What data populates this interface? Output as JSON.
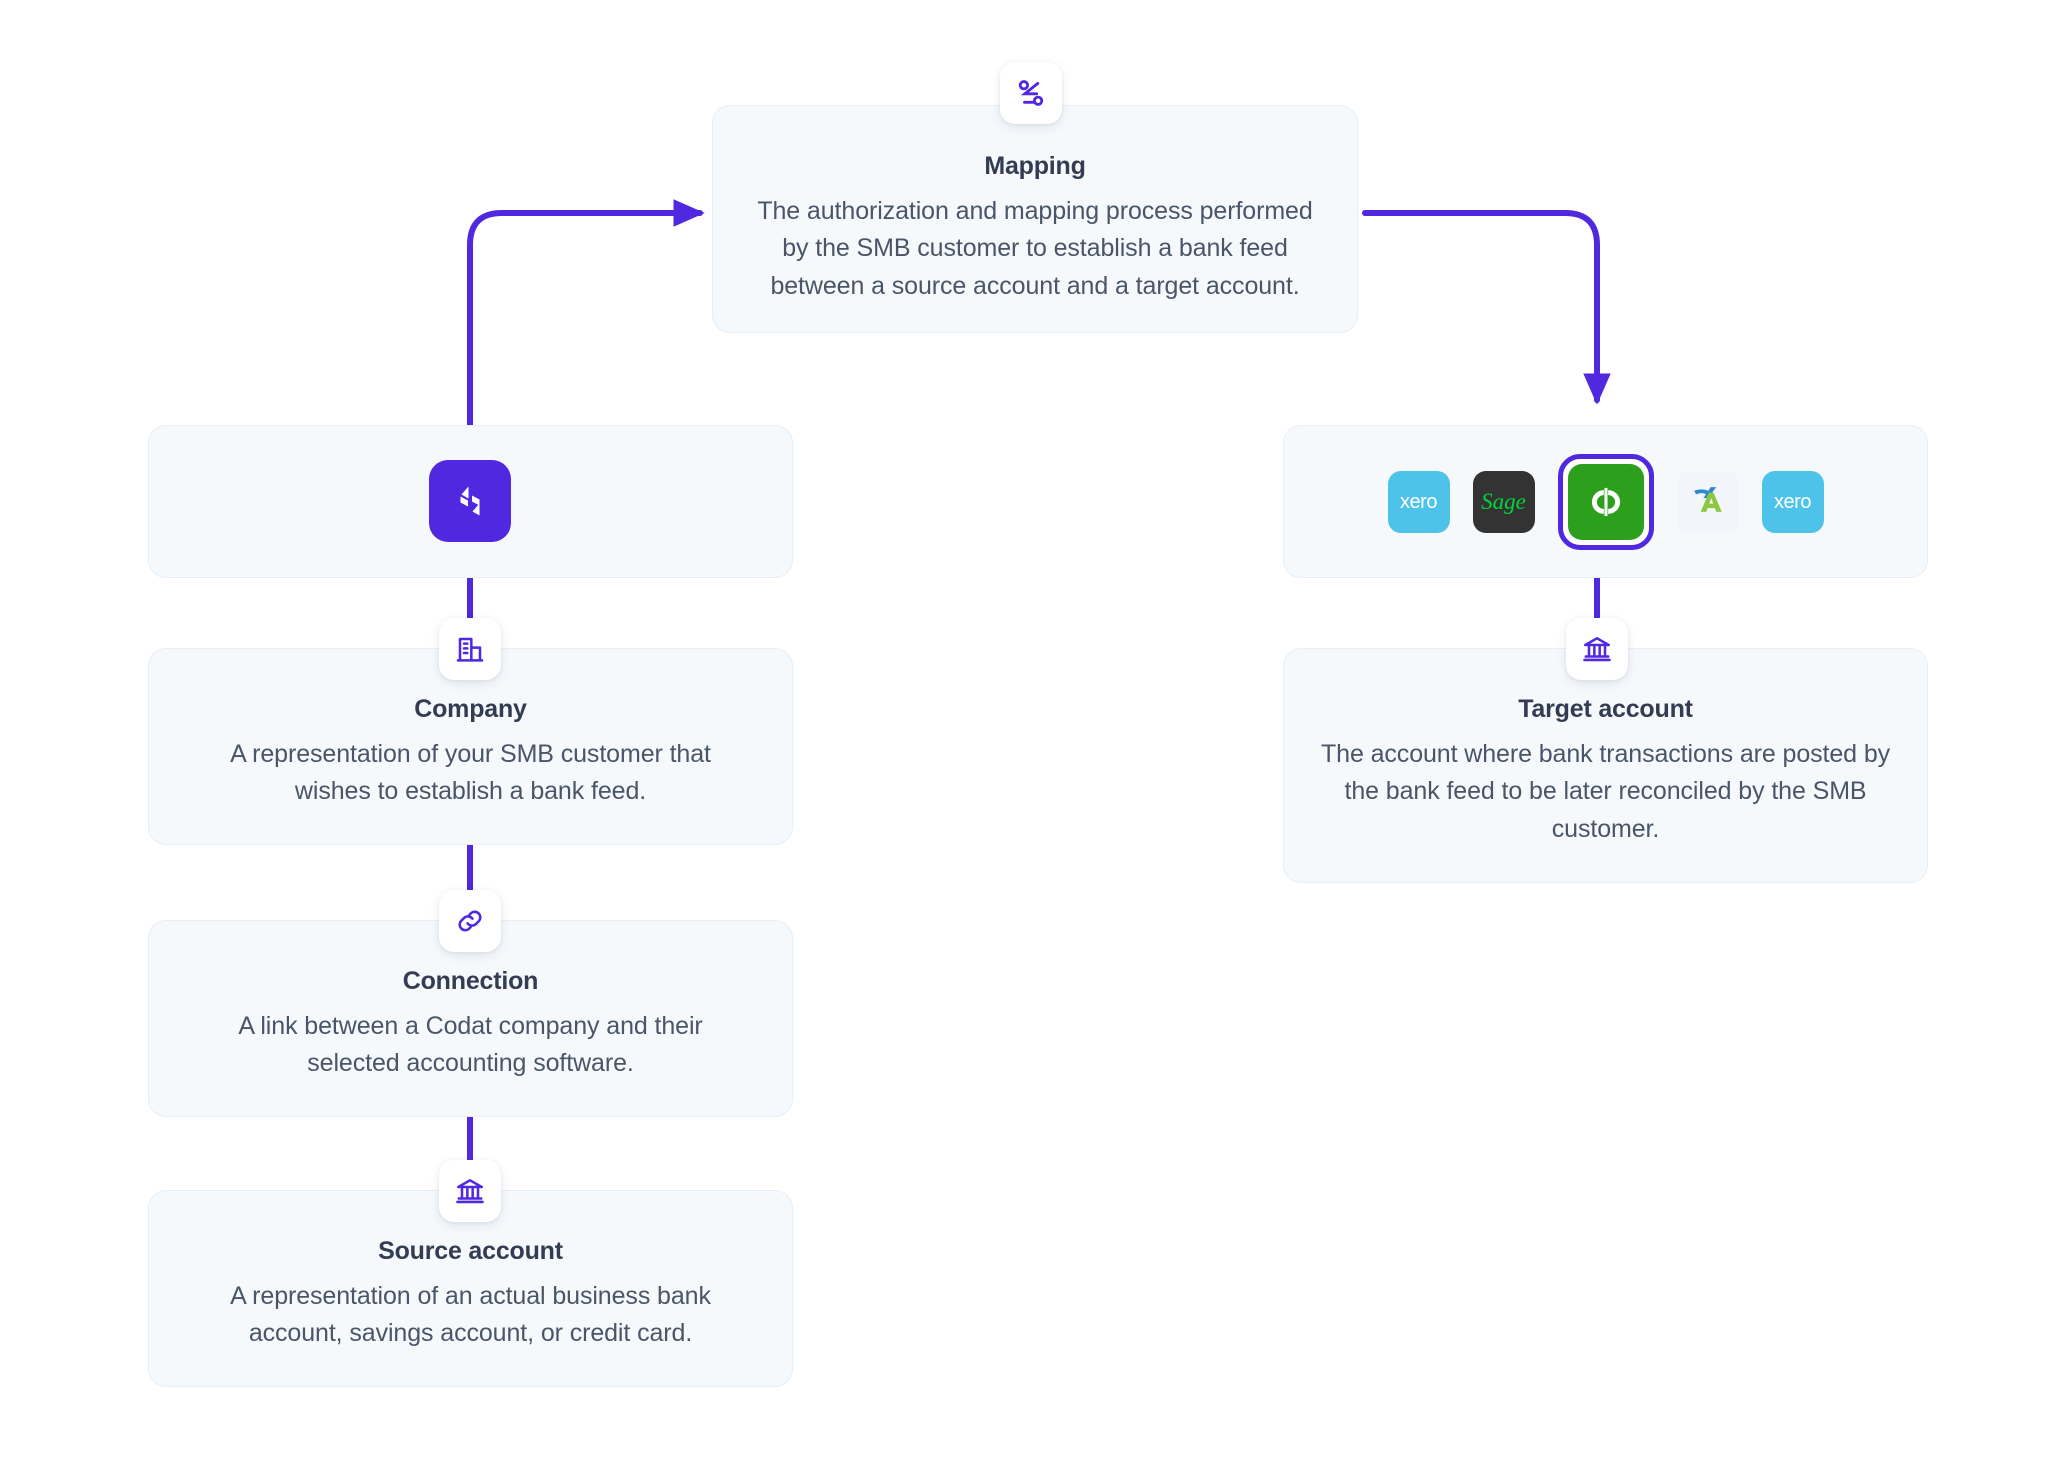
{
  "theme": {
    "accent_purple": "#5028e0",
    "card_bg": "#f5f9fc",
    "card_border": "#e7eef6",
    "title_color": "#333c52",
    "body_color": "#4a5568",
    "page_bg": "#ffffff"
  },
  "nodes": {
    "mapping": {
      "title": "Mapping",
      "description": "The authorization and mapping process performed by the SMB customer to establish a bank feed between a source account and a target account.",
      "icon": "mapping-flow-icon"
    },
    "codat": {
      "icon": "codat-logo-icon",
      "label": "Codat"
    },
    "company": {
      "title": "Company",
      "description": "A representation of your SMB customer that wishes to establish a bank feed.",
      "icon": "office-building-icon"
    },
    "connection": {
      "title": "Connection",
      "description": "A link between a Codat company and their selected accounting software.",
      "icon": "chain-link-icon"
    },
    "source_account": {
      "title": "Source account",
      "description": "A representation of an actual business bank account, savings account, or credit card.",
      "icon": "bank-institution-icon"
    },
    "target_account": {
      "title": "Target account",
      "description": "The account where bank transactions are posted by the bank feed to be later reconciled by the SMB customer.",
      "icon": "bank-institution-icon"
    }
  },
  "integrations": {
    "items": [
      {
        "name": "Xero",
        "icon": "xero-logo-icon",
        "text": "xero",
        "selected": false
      },
      {
        "name": "Sage",
        "icon": "sage-logo-icon",
        "text": "Sage",
        "selected": false
      },
      {
        "name": "QuickBooks",
        "icon": "quickbooks-logo-icon",
        "text": "qb",
        "selected": true
      },
      {
        "name": "FreeAgent",
        "icon": "freeagent-logo-icon",
        "text": "",
        "selected": false
      },
      {
        "name": "Xero",
        "icon": "xero-logo-icon",
        "text": "xero",
        "selected": false
      }
    ]
  }
}
